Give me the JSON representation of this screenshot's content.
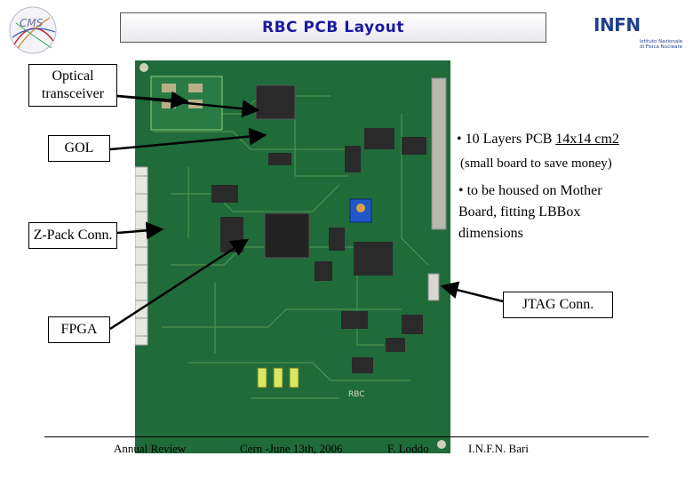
{
  "header": {
    "title": "RBC PCB Layout",
    "cms_logo_text": "CMS",
    "infn_logo_text": "INFN",
    "infn_sub_line1": "Istituto Nazionale",
    "infn_sub_line2": "di Fisica Nucleare"
  },
  "labels": {
    "optical_transceiver_line1": "Optical",
    "optical_transceiver_line2": "transceiver",
    "gol": "GOL",
    "zpack": "Z-Pack Conn.",
    "fpga": "FPGA",
    "jtag": "JTAG Conn."
  },
  "notes": {
    "bullet1_prefix": "• 10 Layers PCB ",
    "bullet1_dims": "14x14 cm2",
    "bullet1_sub": "(small board to save money)",
    "bullet2_line1": "• to be housed on Mother",
    "bullet2_line2": "Board, fitting LBBox",
    "bullet2_line3": "dimensions"
  },
  "board": {
    "silkscreen_text": "RBC",
    "colors": {
      "pcb": "#1f6b3a",
      "trace": "#6fae5a",
      "chip": "#2a2a2a",
      "title": "#1a1aa0"
    }
  },
  "footer": {
    "item1": "Annual Review",
    "item2": "Cern -June 13th, 2006",
    "item3": "F. Loddo",
    "item4": "I.N.F.N. Bari"
  }
}
